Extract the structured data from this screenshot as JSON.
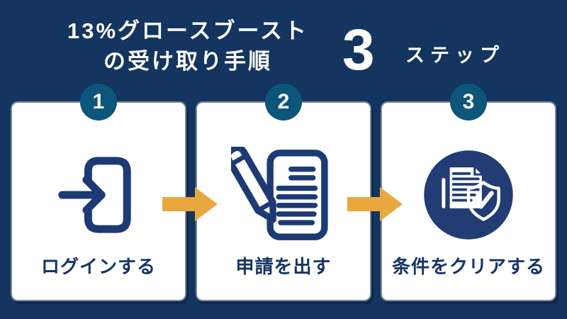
{
  "header": {
    "title_line1": "13%グロースブースト",
    "title_line2": "の受け取り手順",
    "step_count": "3",
    "step_label": "ステップ"
  },
  "steps": [
    {
      "number": "1",
      "label": "ログインする",
      "icon": "login-arrow-icon"
    },
    {
      "number": "2",
      "label": "申請を出す",
      "icon": "pencil-document-icon"
    },
    {
      "number": "3",
      "label": "条件をクリアする",
      "icon": "document-shield-check-icon"
    }
  ],
  "colors": {
    "background": "#14355F",
    "card": "#FFFFFF",
    "badge": "#0C567C",
    "icon_navy": "#1D3A74",
    "icon_circle": "#223C74",
    "label_navy": "#163467",
    "arrow_gold": "#E9A83D",
    "title_white": "#FFFFFF"
  }
}
